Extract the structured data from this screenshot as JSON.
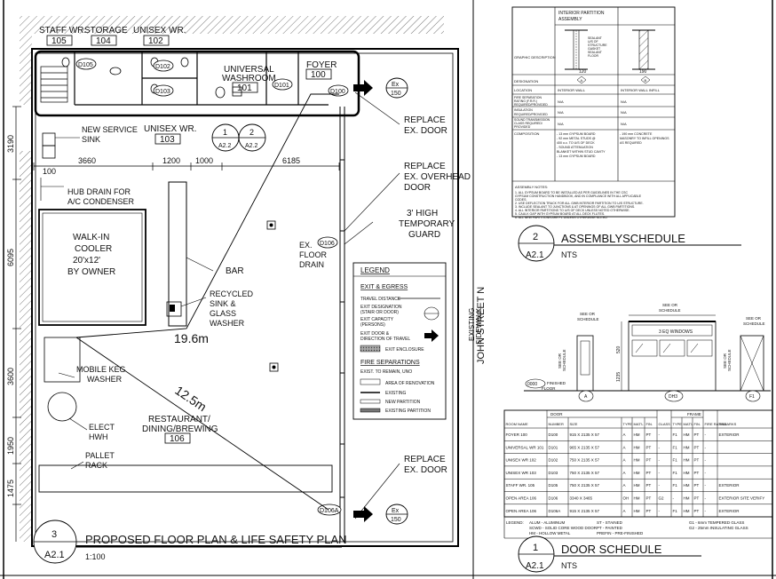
{
  "floorplan": {
    "rooms": {
      "staff_wr": "STAFF WR.",
      "staff_wr_no": "105",
      "storage": "STORAGE",
      "storage_no": "104",
      "unisex_wr": "UNISEX WR.",
      "unisex_wr_no": "102",
      "universal_1": "UNIVERSAL",
      "universal_2": "WASHROOM",
      "universal_no": "101",
      "foyer": "FOYER",
      "foyer_no": "100",
      "unisex_wr2": "UNISEX WR.",
      "unisex_wr2_no": "103",
      "restaurant_1": "RESTAURANT/",
      "restaurant_2": "DINING/BREWING",
      "restaurant_no": "106"
    },
    "doors": [
      "D105",
      "D102",
      "D103",
      "D101",
      "D100",
      "D106",
      "D106A"
    ],
    "exits": [
      {
        "label": "Ex",
        "cap": "150"
      },
      {
        "label": "Ex",
        "cap": "150"
      }
    ],
    "notes": {
      "replace_door_1": "REPLACE",
      "replace_door_2": "EX. DOOR",
      "replace_overhead_1": "REPLACE",
      "replace_overhead_2": "EX. OVERHEAD",
      "replace_overhead_3": "DOOR",
      "guard_1": "3' HIGH",
      "guard_2": "TEMPORARY",
      "guard_3": "GUARD",
      "service_sink_1": "NEW SERVICE",
      "service_sink_2": "SINK",
      "hub_drain_1": "HUB DRAIN FOR",
      "hub_drain_2": "A/C CONDENSER",
      "cooler_1": "WALK-IN",
      "cooler_2": "COOLER",
      "cooler_3": "20'x12'",
      "cooler_4": "BY OWNER",
      "bar": "BAR",
      "recycled_1": "RECYCLED",
      "recycled_2": "SINK &",
      "recycled_3": "GLASS",
      "recycled_4": "WASHER",
      "floor_drain_1": "EX.",
      "floor_drain_2": "FLOOR",
      "floor_drain_3": "DRAIN",
      "keg_1": "MOBILE KEG",
      "keg_2": "WASHER",
      "hwh_1": "ELECT",
      "hwh_2": "HWH",
      "pallet_1": "PALLET",
      "pallet_2": "RACK",
      "replace_door_b1": "REPLACE",
      "replace_door_b2": "EX. DOOR"
    },
    "dims": {
      "top_a": "3660",
      "top_b": "1200",
      "top_c": "1000",
      "top_d": "6185",
      "top_e": "100",
      "left_a": "3190",
      "left_b": "6095",
      "left_c": "3600",
      "left_d": "1950",
      "left_e": "1475"
    },
    "travel_1": "19.6m",
    "travel_2": "12.5m",
    "section_callouts": [
      {
        "num": "1",
        "sheet": "A2.2"
      },
      {
        "num": "2",
        "sheet": "A2.2"
      }
    ],
    "street_1": "JOHN STREET N",
    "street_2": "EXISTING",
    "street_3": "SIDEWALK",
    "title": "PROPOSED FLOOR PLAN & LIFE SAFETY PLAN",
    "number": "3",
    "sheet": "A2.1",
    "scale": "1:100"
  },
  "legend": {
    "title": "LEGEND",
    "egress_head": "EXIT & EGRESS",
    "travel_distance": "TRAVEL DISTANCE",
    "exit_designation_1": "EXIT DESIGNATION",
    "exit_designation_2": "(STAIR OR DOOR)",
    "exit_capacity_1": "EXIT CAPACITY",
    "exit_capacity_2": "(PERSONS)",
    "exit_door_1": "EXIT DOOR &",
    "exit_door_2": "DIRECTION OF TRAVEL",
    "exit_enclosure": "EXIT ENCLOSURE",
    "fire_head": "FIRE SEPARATIONS",
    "fire_note": "EXIST. TO REMAIN, UNO",
    "renovation": "AREA OF RENOVATION",
    "existing": "EXISTING",
    "new_partition": "NEW PARTITION",
    "existing_partition": "EXISTING PARTITION"
  },
  "assembly": {
    "col1_head_1": "INTERIOR PARTITION",
    "col1_head_2": "ASSEMBLY",
    "rows": {
      "graphic": "GRAPHIC DESCRIPTION",
      "designation": "DESIGNATION",
      "location": "LOCATION",
      "fire_1": "FIRE SEPARATION",
      "fire_2": "RATING (F.R.R.)",
      "fire_3": "REQUIRED/PROVIDED",
      "insul_1": "INSULATION",
      "insul_2": "REQUIRED/PROVIDED",
      "sound_1": "SOUND TRANSMISSION",
      "sound_2": "CLASS REQUIRED/",
      "sound_3": "PROVIDED",
      "composition": "COMPOSITION"
    },
    "graphic_labels": [
      "SEALANT",
      "U/S OF",
      "STRUCTURE",
      "GASKET",
      "SEALANT",
      "FLOOR"
    ],
    "dim": "120",
    "dim2": "190",
    "designation_a": "A",
    "designation_b": "B",
    "location_a": "INTERIOR WALL",
    "location_b": "INTERIOR WALL INFILL",
    "na": "N/A",
    "comp_a": [
      "- 13 mm GYPSUM BOARD",
      "- 92 mm METAL STUDS @",
      "400 o.c. TO U/S OF DECK",
      "- SOUND ATTENUATION",
      "BLANKET WITHIN STUD CAVITY",
      "- 13 mm GYPSUM BOARD"
    ],
    "comp_b": [
      "- 190 mm CONCRETE",
      "MASONRY TO INFILL OPENINGS",
      "AS REQUIRED"
    ],
    "notes_head": "ASSEMBLY NOTES:",
    "notes": [
      "1. ALL GYPSUM BOARD TO BE INSTALLED AS PER GUIDELINES IN THE CSC",
      "GYPSUM CONSTRUCTION HANDBOOK, AND IN COMPLIANCE WITH ALL APPLICABLE",
      "CODES.",
      "2. USE DEFLECTION TRACK FOR ALL GWB INTERIOR PARTITION TO U/S STRUCTURE.",
      "3. INCLUDE SEALANT TO JUNCTIONS & AT OPENINGS OF ALL GWB PARTITIONS.",
      "4. ALL INTERIOR PARTITIONS TO U/S OF DECK UNLESS NOTED OTHERWISE.",
      "5. CAULK GAP WITH GYPSUM BOARD AT ALL DECK FLUTES.",
      "6. ALL NEW PARTITIONS ARE F1 UNLESS OTHERWISE NOTED"
    ],
    "title": "ASSEMBLYSCHEDULE",
    "number": "2",
    "sheet": "A2.1",
    "scale": "NTS"
  },
  "elevation": {
    "see_schedule_1": "SEE OR",
    "see_schedule_2": "SCHEDULE",
    "windows": "3 EQ WINDOWS",
    "dim_a": "520",
    "dim_b": "1235",
    "finished_1": "FINISHED",
    "finished_2": "FLOOR",
    "datum": "0000",
    "tags": [
      "A",
      "DH3",
      "F1"
    ]
  },
  "door_schedule": {
    "group_door": "DOOR",
    "group_frame": "FRAME",
    "headers": [
      "ROOM NAME",
      "NUMBER",
      "SIZE",
      "TYPE",
      "MAT'L",
      "FIN.",
      "GLASS",
      "TYPE",
      "MAT'L",
      "FIN.",
      "FIRE RATING",
      "REMARKS"
    ],
    "rows": [
      [
        "FOYER 100",
        "D100",
        "915 X 2135 X 57",
        "A",
        "HM",
        "PT",
        "-",
        "F1",
        "HM",
        "PT",
        "-",
        "EXTERIOR"
      ],
      [
        "UNIVERSAL WR 101",
        "D101",
        "965 X 2135 X 57",
        "A",
        "HM",
        "PT",
        "-",
        "F1",
        "HM",
        "PT",
        "-",
        ""
      ],
      [
        "UNISEX WR 102",
        "D102",
        "750 X 2135 X 57",
        "A",
        "HM",
        "PT",
        "-",
        "F1",
        "HM",
        "PT",
        "-",
        ""
      ],
      [
        "UNISEX WR 103",
        "D103",
        "750 X 2135 X 57",
        "A",
        "HM",
        "PT",
        "-",
        "F1",
        "HM",
        "PT",
        "-",
        ""
      ],
      [
        "STAFF WR. 105",
        "D105",
        "750 X 2135 X 57",
        "A",
        "HM",
        "PT",
        "-",
        "F1",
        "HM",
        "PT",
        "-",
        "EXTERIOR"
      ],
      [
        "OPEN AREA 106",
        "D106",
        "3340 X 3465",
        "OH",
        "HM",
        "PT",
        "G2",
        "-",
        "HM",
        "PT",
        "-",
        "EXTERIOR SITE VERIFY"
      ],
      [
        "OPEN AREA 106",
        "D106A",
        "915 X 2135 X 57",
        "A",
        "HM",
        "PT",
        "-",
        "F1",
        "HM",
        "PT",
        "-",
        "EXTERIOR"
      ]
    ],
    "legend_label": "LEGEND:",
    "legend_a": [
      "ALUM - ALUMINUM",
      "SCWD - SOLID CORE WOOD DOOR",
      "HM - HOLLOW METAL"
    ],
    "legend_b": [
      "ST - STAINED",
      "PT - PAINTED",
      "PREFIN - PRE-FINISHED"
    ],
    "legend_c": [
      "G1 - 6mm TEMPERED GLASS",
      "G2 - 25mm INSULATING GLASS"
    ],
    "title": "DOOR SCHEDULE",
    "number": "1",
    "sheet": "A2.1",
    "scale": "NTS"
  }
}
